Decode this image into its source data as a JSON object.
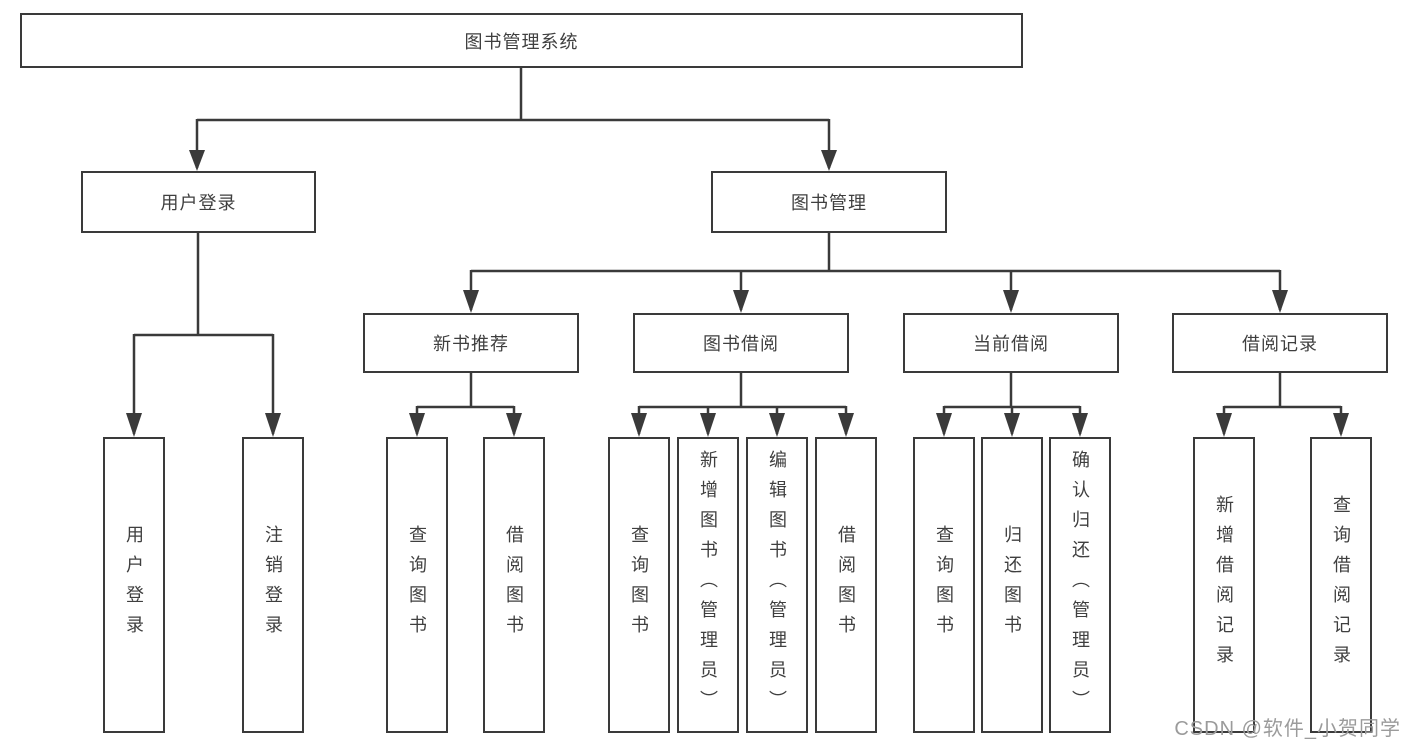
{
  "tree": {
    "label": "图书管理系统",
    "children": [
      {
        "label": "用户登录",
        "children": [
          {
            "label": "用户登录"
          },
          {
            "label": "注销登录"
          }
        ]
      },
      {
        "label": "图书管理",
        "children": [
          {
            "label": "新书推荐",
            "children": [
              {
                "label": "查询图书"
              },
              {
                "label": "借阅图书"
              }
            ]
          },
          {
            "label": "图书借阅",
            "children": [
              {
                "label": "查询图书"
              },
              {
                "label": "新增图书（管理员）"
              },
              {
                "label": "编辑图书（管理员）"
              },
              {
                "label": "借阅图书"
              }
            ]
          },
          {
            "label": "当前借阅",
            "children": [
              {
                "label": "查询图书"
              },
              {
                "label": "归还图书"
              },
              {
                "label": "确认归还（管理员）"
              }
            ]
          },
          {
            "label": "借阅记录",
            "children": [
              {
                "label": "新增借阅记录"
              },
              {
                "label": "查询借阅记录"
              }
            ]
          }
        ]
      }
    ]
  },
  "watermark": {
    "text": "CSDN @软件_小贺同学"
  },
  "colors": {
    "line": "#3a3a3a",
    "text": "#3f3f3f",
    "box_background": "#ffffff",
    "watermark": "#9b9b9b",
    "background": "#ffffff"
  }
}
